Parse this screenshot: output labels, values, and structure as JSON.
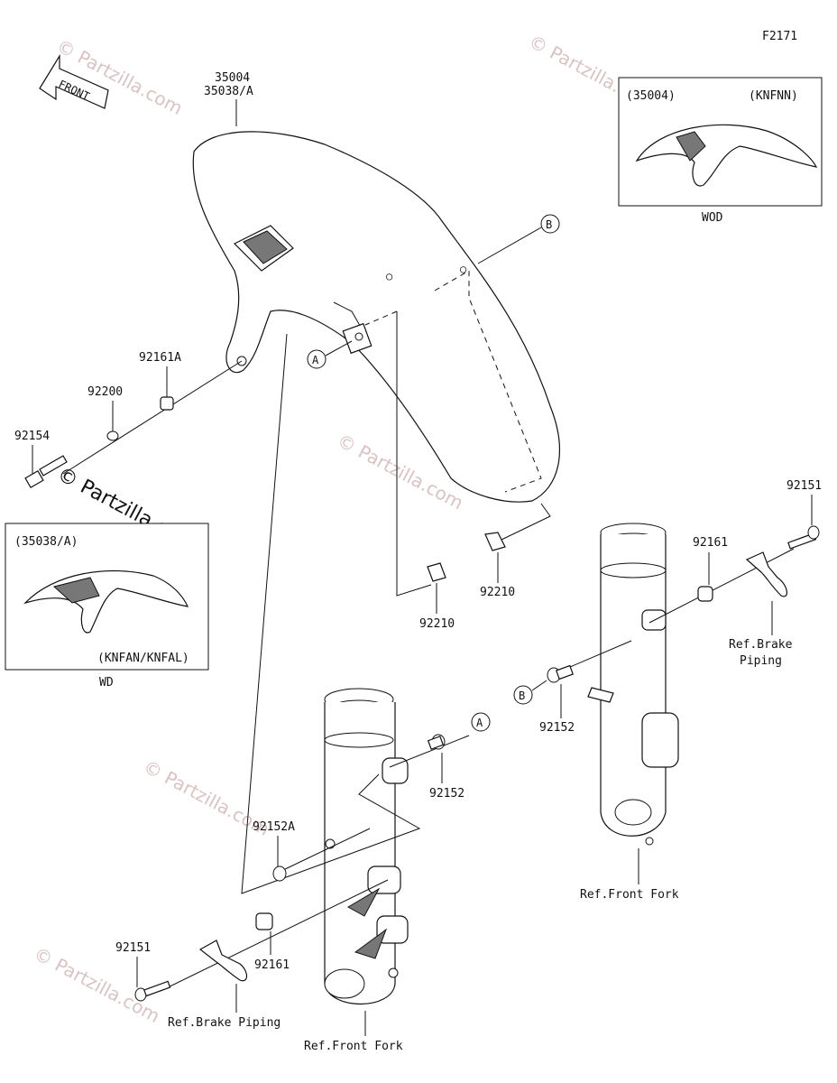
{
  "figure_id": "F2171",
  "front_label": "FRONT",
  "parts": {
    "fender_main": "35004",
    "fender_alt": "35038/A",
    "collar_a": "92161A",
    "washer": "92200",
    "bolt": "92154",
    "nut_left": "92210",
    "nut_right": "92210",
    "bolt_right": "92151",
    "collar_right": "92161",
    "bolt_b": "92152",
    "bolt_a": "92152",
    "bolt_a2": "92152A",
    "collar_left": "92161",
    "bolt_left": "92151"
  },
  "refs": {
    "brake_piping_right_1": "Ref.Brake",
    "brake_piping_right_2": "Piping",
    "front_fork_right": "Ref.Front Fork",
    "brake_piping_left": "Ref.Brake Piping",
    "front_fork_left": "Ref.Front Fork"
  },
  "callouts": {
    "a": "A",
    "b": "B"
  },
  "inset_wod": {
    "part": "(35004)",
    "variant": "(KNFNN)",
    "caption": "WOD"
  },
  "inset_wd": {
    "part": "(35038/A)",
    "variant": "(KNFAN/KNFAL)",
    "caption": "WD"
  },
  "watermark": "© Partzilla.com"
}
